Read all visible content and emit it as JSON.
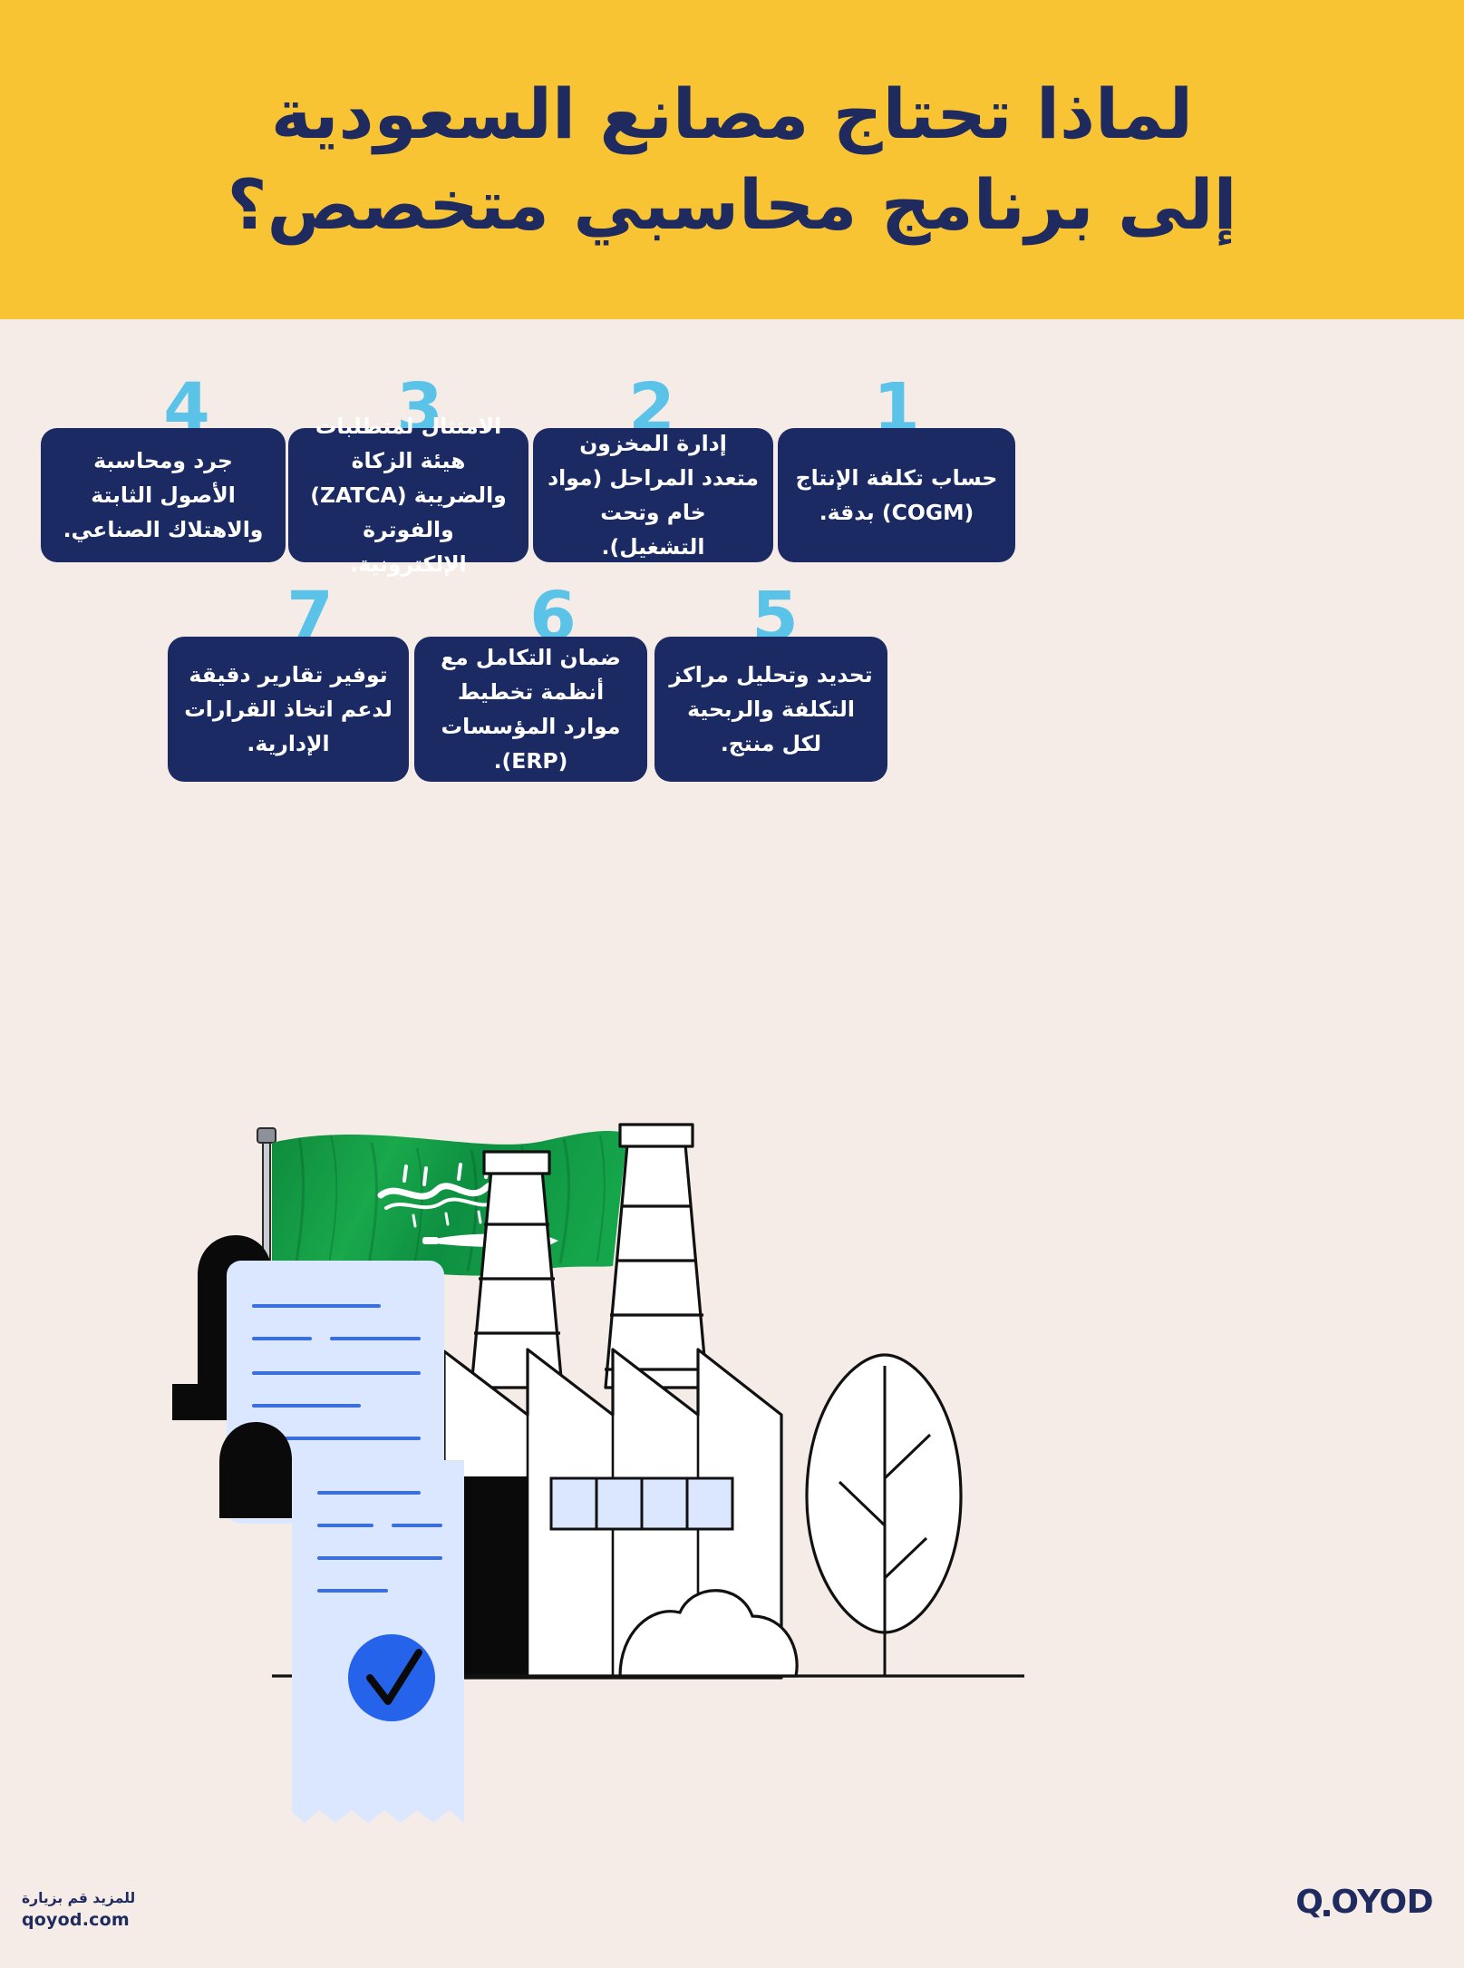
{
  "header": {
    "title_line1": "لماذا تحتاج مصانع السعودية",
    "title_line2": "إلى برنامج محاسبي متخصص؟",
    "background_color": "#f9c434",
    "text_color": "#1f2a5e"
  },
  "theme": {
    "page_background": "#f5ece7",
    "card_background": "#1b2a63",
    "number_color": "#5bc3e8",
    "card_text_color": "#ffffff"
  },
  "cards": [
    {
      "number": "1",
      "text": "حساب تكلفة الإنتاج (COGM) بدقة."
    },
    {
      "number": "2",
      "text": "إدارة المخزون متعدد المراحل (مواد خام وتحت التشغيل)."
    },
    {
      "number": "3",
      "text": "الامتثال لمتطلبات هيئة الزكاة والضريبة (ZATCA) والفوترة الإلكترونية."
    },
    {
      "number": "4",
      "text": "جرد ومحاسبة الأصول الثابتة والاهتلاك الصناعي."
    },
    {
      "number": "5",
      "text": "تحديد وتحليل مراكز التكلفة والربحية لكل منتج."
    },
    {
      "number": "6",
      "text": "ضمان التكامل مع أنظمة تخطيط موارد المؤسسات (ERP)."
    },
    {
      "number": "7",
      "text": "توفير تقارير دقيقة لدعم اتخاذ القرارات الإدارية."
    }
  ],
  "illustration": {
    "flag_name": "saudi-arabia-flag",
    "flag_green": "#16a34a",
    "factory_name": "factory-building",
    "document_name": "invoice-document",
    "receipt_name": "receipt-with-check",
    "tree_name": "tree",
    "check_badge_color": "#2563eb"
  },
  "footer": {
    "cta_arabic": "للمزيد قم بزيارة",
    "website": "qoyod.com",
    "brand": "QOYOD",
    "brand_part1": "Q",
    "brand_part2": "OYOD",
    "brand_color": "#1f2a5e"
  }
}
